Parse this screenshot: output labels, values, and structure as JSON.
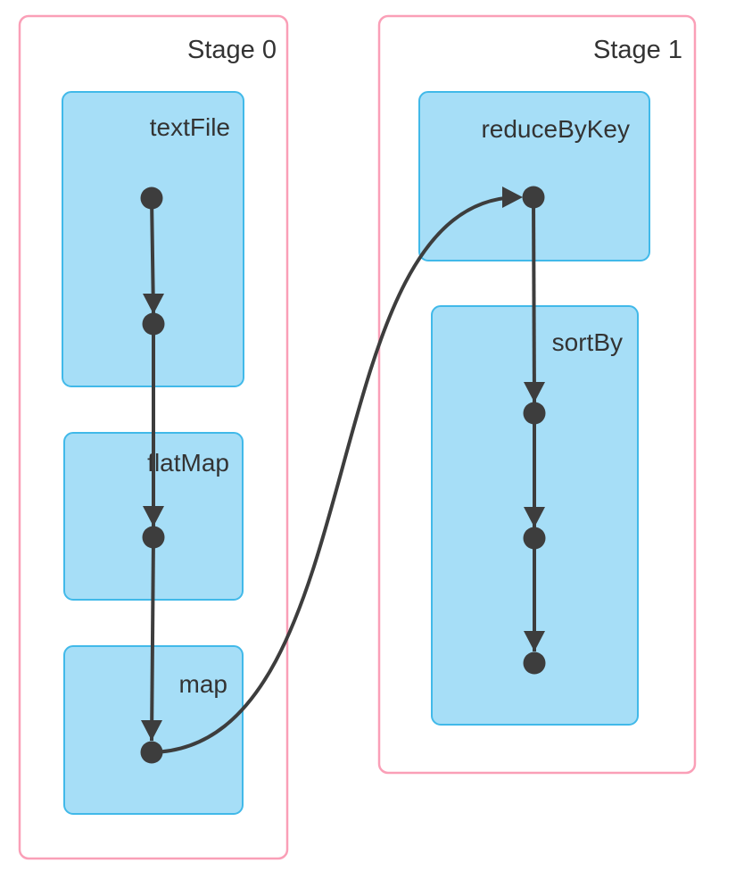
{
  "diagram_type": "spark-dag-visualization",
  "stages": [
    {
      "label": "Stage 0",
      "operations": [
        {
          "name": "textFile",
          "dots": 2
        },
        {
          "name": "flatMap",
          "dots": 1
        },
        {
          "name": "map",
          "dots": 1
        }
      ]
    },
    {
      "label": "Stage 1",
      "operations": [
        {
          "name": "reduceByKey",
          "dots": 1
        },
        {
          "name": "sortBy",
          "dots": 3
        }
      ]
    }
  ],
  "edges": [
    {
      "from": "textFile.dot1",
      "to": "textFile.dot2",
      "cross_stage": false
    },
    {
      "from": "textFile.dot2",
      "to": "flatMap.dot1",
      "cross_stage": false
    },
    {
      "from": "flatMap.dot1",
      "to": "map.dot1",
      "cross_stage": false
    },
    {
      "from": "map.dot1",
      "to": "reduceByKey.dot1",
      "cross_stage": true
    },
    {
      "from": "reduceByKey.dot1",
      "to": "sortBy.dot1",
      "cross_stage": false
    },
    {
      "from": "sortBy.dot1",
      "to": "sortBy.dot2",
      "cross_stage": false
    },
    {
      "from": "sortBy.dot2",
      "to": "sortBy.dot3",
      "cross_stage": false
    }
  ],
  "colors": {
    "stage_border": "#FA9FB7",
    "node_fill": "#A6DEF7",
    "node_border": "#41B9E9",
    "edge": "#3D3D3D",
    "text": "#333333",
    "background": "#FFFFFF"
  }
}
